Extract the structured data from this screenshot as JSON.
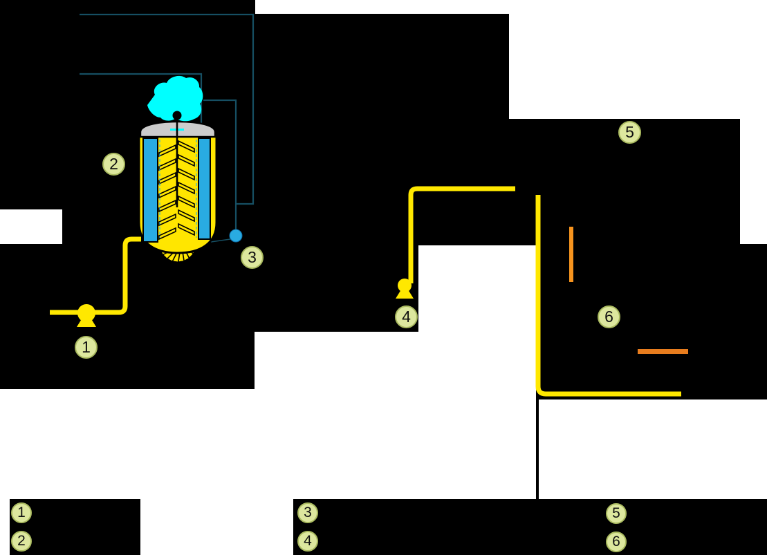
{
  "diagram_markers": [
    "1",
    "2",
    "3",
    "4",
    "5",
    "6"
  ],
  "legend": {
    "groups": [
      {
        "items": [
          "1",
          "2"
        ]
      },
      {
        "items": [
          "3",
          "4"
        ]
      },
      {
        "items": [
          "5",
          "6"
        ]
      }
    ]
  },
  "colors": {
    "background": "#000000",
    "panel_white": "#ffffff",
    "pipe_yellow": "#ffe800",
    "vessel_yellow": "#ffe600",
    "jacket_blue": "#29abe2",
    "cloud_cyan": "#00ffff",
    "line_teal": "#164f63",
    "lid_gray": "#cccccc",
    "heater_orange_vertical": "#f7941e",
    "heater_orange_horizontal": "#e87d1e",
    "marker_fill": "#dde79e"
  },
  "icons": {
    "vessel": "fermenter-vessel-icon",
    "cloud": "foam-cloud-icon",
    "pump": "pump-icon",
    "sparger": "sparger-ball-icon",
    "heater": "heater-bar-icon"
  }
}
